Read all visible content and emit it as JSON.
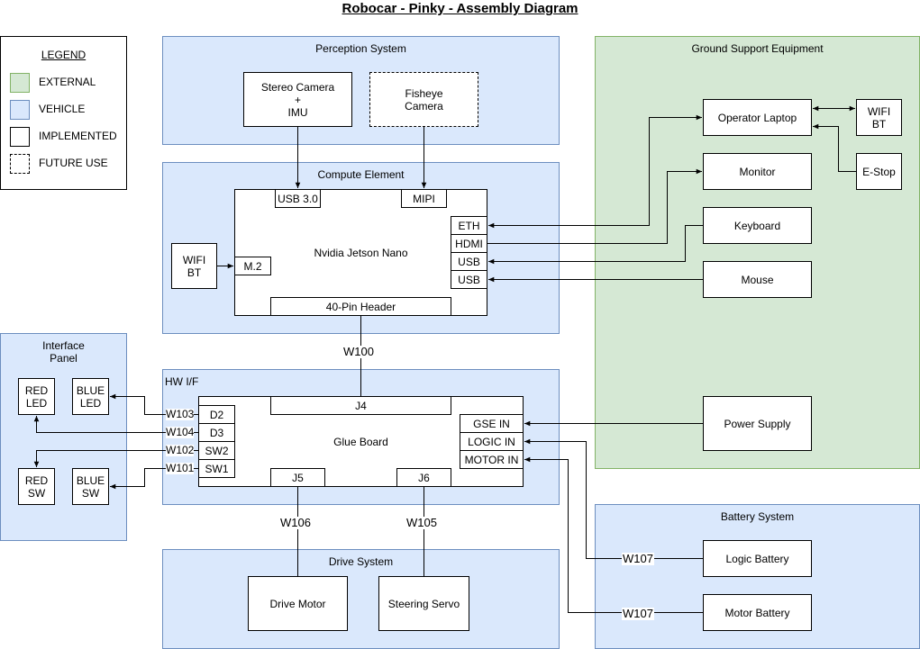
{
  "title": "Robocar - Pinky - Assembly Diagram",
  "colors": {
    "external_fill": "#d5e8d4",
    "external_border": "#82b366",
    "vehicle_fill": "#dae8fc",
    "vehicle_border": "#6c8ebf",
    "implemented_fill": "#ffffff",
    "line": "#000000"
  },
  "legend": {
    "title": "LEGEND",
    "items": {
      "external": "EXTERNAL",
      "vehicle": "VEHICLE",
      "implemented": "IMPLEMENTED",
      "future": "FUTURE USE"
    }
  },
  "groups": {
    "perception": "Perception System",
    "compute": "Compute Element",
    "gse": "Ground Support Equipment",
    "interface_panel": {
      "line1": "Interface",
      "line2": "Panel"
    },
    "hwif": "HW I/F",
    "drive": "Drive System",
    "battery": "Battery System"
  },
  "perception": {
    "stereo": {
      "line1": "Stereo Camera",
      "line2": "+",
      "line3": "IMU"
    },
    "fisheye": {
      "line1": "Fisheye",
      "line2": "Camera"
    }
  },
  "compute": {
    "jetson": "Nvidia Jetson Nano",
    "usb30": "USB 3.0",
    "mipi": "MIPI",
    "eth": "ETH",
    "hdmi": "HDMI",
    "usb1": "USB",
    "usb2": "USB",
    "m2": "M.2",
    "header": "40-Pin Header",
    "wifi": {
      "line1": "WIFI",
      "line2": "BT"
    }
  },
  "gse": {
    "laptop": "Operator Laptop",
    "wifi": {
      "line1": "WIFI",
      "line2": "BT"
    },
    "monitor": "Monitor",
    "estop": "E-Stop",
    "keyboard": "Keyboard",
    "mouse": "Mouse",
    "power": "Power Supply"
  },
  "glue": {
    "name": "Glue Board",
    "j4": "J4",
    "j5": "J5",
    "j6": "J6",
    "d2": "D2",
    "d3": "D3",
    "sw2": "SW2",
    "sw1": "SW1",
    "gse_in": "GSE IN",
    "logic_in": "LOGIC IN",
    "motor_in": "MOTOR IN"
  },
  "panel": {
    "red_led": {
      "line1": "RED",
      "line2": "LED"
    },
    "blue_led": {
      "line1": "BLUE",
      "line2": "LED"
    },
    "red_sw": {
      "line1": "RED",
      "line2": "SW"
    },
    "blue_sw": {
      "line1": "BLUE",
      "line2": "SW"
    }
  },
  "drive": {
    "motor": "Drive Motor",
    "servo": "Steering Servo"
  },
  "battery": {
    "logic": "Logic Battery",
    "motor": "Motor Battery"
  },
  "wires": {
    "w100": "W100",
    "w101": "W101",
    "w102": "W102",
    "w103": "W103",
    "w104": "W104",
    "w105": "W105",
    "w106": "W106",
    "w107a": "W107",
    "w107b": "W107"
  }
}
